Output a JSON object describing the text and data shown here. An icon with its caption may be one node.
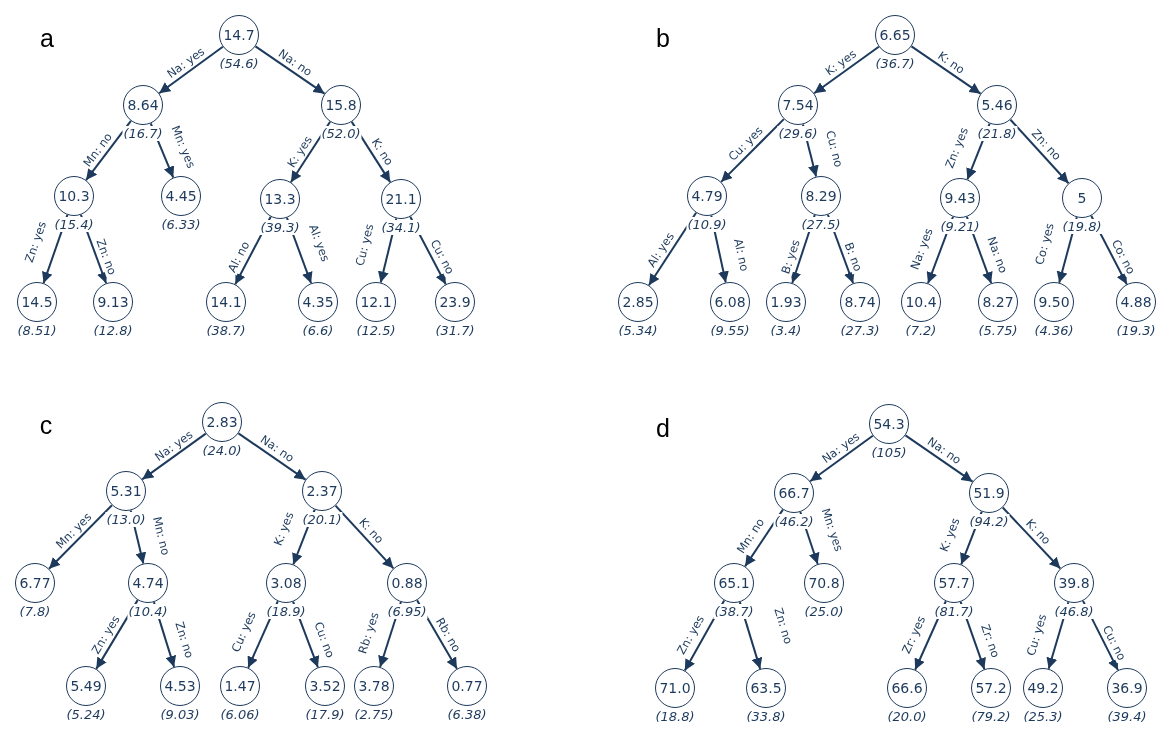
{
  "diagram": {
    "nodes": [
      {
        "text": [
          "14.7"
        ],
        "beside": [
          "(54.6)"
        ]
      },
      {
        "text": [
          "8.64"
        ],
        "beside": [
          "(16.7)"
        ]
      },
      {
        "text": [
          "15.8"
        ],
        "beside": [
          "(52.0)"
        ]
      },
      {
        "text": [
          "10.3"
        ],
        "beside": [
          "(15.4)"
        ]
      },
      {
        "text": [
          "4.45"
        ],
        "beside": [
          "(6.33)"
        ]
      },
      {
        "text": [
          "13.3"
        ],
        "beside": [
          "(39.3)"
        ]
      },
      {
        "text": [
          "21.1"
        ],
        "beside": [
          "(34.1)"
        ]
      },
      {
        "text": [
          "14.5"
        ],
        "beside": [
          "(8.51)"
        ]
      },
      {
        "text": [
          "9.13"
        ],
        "beside": [
          "(12.8)"
        ]
      },
      {
        "text": [
          "14.1"
        ],
        "beside": [
          "(38.7)"
        ]
      },
      {
        "text": [
          "4.35"
        ],
        "beside": [
          "(6.6)"
        ]
      },
      {
        "text": [
          "12.1"
        ],
        "beside": [
          "(12.5)"
        ]
      },
      {
        "text": [
          "23.9"
        ],
        "beside": [
          "(31.7)"
        ]
      },
      {
        "text": [
          "6.65"
        ],
        "beside": [
          "(36.7)"
        ]
      },
      {
        "text": [
          "7.54"
        ],
        "beside": [
          "(29.6)"
        ]
      },
      {
        "text": [
          "5.46"
        ],
        "beside": [
          "(21.8)"
        ]
      },
      {
        "text": [
          "4.79"
        ],
        "beside": [
          "(10.9)"
        ]
      },
      {
        "text": [
          "8.29"
        ],
        "beside": [
          "(27.5)"
        ]
      },
      {
        "text": [
          "9.43"
        ],
        "beside": [
          "(9.21)"
        ]
      },
      {
        "text": [
          "5"
        ],
        "beside": [
          "(19.8)"
        ]
      },
      {
        "text": [
          "2.85"
        ],
        "beside": [
          "(5.34)"
        ]
      },
      {
        "text": [
          "6.08"
        ],
        "beside": [
          "(9.55)"
        ]
      },
      {
        "text": [
          "1.93"
        ],
        "beside": [
          "(3.4)"
        ]
      },
      {
        "text": [
          "8.74"
        ],
        "beside": [
          "(27.3)"
        ]
      },
      {
        "text": [
          "10.4"
        ],
        "beside": [
          "(7.2)"
        ]
      },
      {
        "text": [
          "8.27"
        ],
        "beside": [
          "(5.75)"
        ]
      },
      {
        "text": [
          "9.50"
        ],
        "beside": [
          "(4.36)"
        ]
      },
      {
        "text": [
          "4.88"
        ],
        "beside": [
          "(19.3)"
        ]
      },
      {
        "text": [
          "2.83"
        ],
        "beside": [
          "(24.0)"
        ]
      },
      {
        "text": [
          "5.31"
        ],
        "beside": [
          "(13.0)"
        ]
      },
      {
        "text": [
          "2.37"
        ],
        "beside": [
          "(20.1)"
        ]
      },
      {
        "text": [
          "6.77"
        ],
        "beside": [
          "(7.8)"
        ]
      },
      {
        "text": [
          "4.74"
        ],
        "beside": [
          "(10.4)"
        ]
      },
      {
        "text": [
          "3.08"
        ],
        "beside": [
          "(18.9)"
        ]
      },
      {
        "text": [
          "0.88"
        ],
        "beside": [
          "(6.95)"
        ]
      },
      {
        "text": [
          "5.49"
        ],
        "beside": [
          "(5.24)"
        ]
      },
      {
        "text": [
          "4.53"
        ],
        "beside": [
          "(9.03)"
        ]
      },
      {
        "text": [
          "1.47"
        ],
        "beside": [
          "(6.06)"
        ]
      },
      {
        "text": [
          "3.52"
        ],
        "beside": [
          "(17.9)"
        ]
      },
      {
        "text": [
          "3.78"
        ],
        "beside": [
          "(2.75)"
        ]
      },
      {
        "text": [
          "0.77"
        ],
        "beside": [
          "(6.38)"
        ]
      },
      {
        "text": [
          "54.3"
        ],
        "beside": [
          "(105)"
        ]
      },
      {
        "text": [
          "66.7"
        ],
        "beside": [
          "(46.2)"
        ]
      },
      {
        "text": [
          "51.9"
        ],
        "beside": [
          "(94.2)"
        ]
      },
      {
        "text": [
          "65.1"
        ],
        "beside": [
          "(38.7)"
        ]
      },
      {
        "text": [
          "70.8"
        ],
        "beside": [
          "(25.0)"
        ]
      },
      {
        "text": [
          "57.7"
        ],
        "beside": [
          "(81.7)"
        ]
      },
      {
        "text": [
          "39.8"
        ],
        "beside": [
          "(46.8)"
        ]
      },
      {
        "text": [
          "71.0"
        ],
        "beside": [
          "(18.8)"
        ]
      },
      {
        "text": [
          "63.5"
        ],
        "beside": [
          "(33.8)"
        ]
      },
      {
        "text": [
          "66.6"
        ],
        "beside": [
          "(20.0)"
        ]
      },
      {
        "text": [
          "57.2"
        ],
        "beside": [
          "(79.2)"
        ]
      },
      {
        "text": [
          "49.2"
        ],
        "beside": [
          "(25.3)"
        ]
      },
      {
        "text": [
          "36.9"
        ],
        "beside": [
          "(39.4)"
        ]
      }
    ],
    "edges": [
      {
        "from": 0,
        "to": 1,
        "arrow": "to",
        "label": "Na: yes"
      },
      {
        "from": 0,
        "to": 2,
        "arrow": "to",
        "label": "Na: no"
      },
      {
        "from": 1,
        "to": 3,
        "arrow": "to",
        "label": "Mn: no"
      },
      {
        "from": 1,
        "to": 4,
        "arrow": "to",
        "label": "Mn: yes"
      },
      {
        "from": 2,
        "to": 5,
        "arrow": "to",
        "label": "K: yes"
      },
      {
        "from": 2,
        "to": 6,
        "arrow": "to",
        "label": "K: no"
      },
      {
        "from": 3,
        "to": 7,
        "arrow": "to",
        "label": "Zn: yes"
      },
      {
        "from": 3,
        "to": 8,
        "arrow": "to",
        "label": "Zn: no"
      },
      {
        "from": 5,
        "to": 9,
        "arrow": "to",
        "label": "Al: no"
      },
      {
        "from": 5,
        "to": 10,
        "arrow": "to",
        "label": "Al: yes"
      },
      {
        "from": 6,
        "to": 11,
        "arrow": "to",
        "label": "Cu: yes"
      },
      {
        "from": 6,
        "to": 12,
        "arrow": "to",
        "label": "Cu: no"
      },
      {
        "from": 13,
        "to": 14,
        "arrow": "to",
        "label": "K: yes"
      },
      {
        "from": 13,
        "to": 15,
        "arrow": "to",
        "label": "K: no"
      },
      {
        "from": 14,
        "to": 16,
        "arrow": "to",
        "label": "Cu: yes"
      },
      {
        "from": 14,
        "to": 17,
        "arrow": "to",
        "label": "Cu: no"
      },
      {
        "from": 15,
        "to": 18,
        "arrow": "to",
        "label": "Zn: yes"
      },
      {
        "from": 15,
        "to": 19,
        "arrow": "to",
        "label": "Zn: no"
      },
      {
        "from": 16,
        "to": 20,
        "arrow": "to",
        "label": "Al: yes"
      },
      {
        "from": 16,
        "to": 21,
        "arrow": "to",
        "label": "Al: no"
      },
      {
        "from": 17,
        "to": 22,
        "arrow": "to",
        "label": "B: yes"
      },
      {
        "from": 17,
        "to": 23,
        "arrow": "to",
        "label": "B: no"
      },
      {
        "from": 18,
        "to": 24,
        "arrow": "to",
        "label": "Na: yes"
      },
      {
        "from": 18,
        "to": 25,
        "arrow": "to",
        "label": "Na: no"
      },
      {
        "from": 19,
        "to": 26,
        "arrow": "to",
        "label": "Co: yes"
      },
      {
        "from": 19,
        "to": 27,
        "arrow": "to",
        "label": "Co: no"
      },
      {
        "from": 28,
        "to": 29,
        "arrow": "to",
        "label": "Na: yes"
      },
      {
        "from": 28,
        "to": 30,
        "arrow": "to",
        "label": "Na: no"
      },
      {
        "from": 29,
        "to": 31,
        "arrow": "to",
        "label": "Mn: yes"
      },
      {
        "from": 29,
        "to": 32,
        "arrow": "to",
        "label": "Mn: no"
      },
      {
        "from": 30,
        "to": 33,
        "arrow": "to",
        "label": "K: yes"
      },
      {
        "from": 30,
        "to": 34,
        "arrow": "to",
        "label": "K: no"
      },
      {
        "from": 32,
        "to": 35,
        "arrow": "to",
        "label": "Zn: yes"
      },
      {
        "from": 32,
        "to": 36,
        "arrow": "to",
        "label": "Zn: no"
      },
      {
        "from": 33,
        "to": 37,
        "arrow": "to",
        "label": "Cu: yes"
      },
      {
        "from": 33,
        "to": 38,
        "arrow": "to",
        "label": "Cu: no"
      },
      {
        "from": 34,
        "to": 39,
        "arrow": "to",
        "label": "Rb: yes"
      },
      {
        "from": 34,
        "to": 40,
        "arrow": "to",
        "label": "Rb: no"
      },
      {
        "from": 41,
        "to": 42,
        "arrow": "to",
        "label": "Na: yes"
      },
      {
        "from": 41,
        "to": 43,
        "arrow": "to",
        "label": "Na: no"
      },
      {
        "from": 42,
        "to": 44,
        "arrow": "to",
        "label": "Mn: no"
      },
      {
        "from": 42,
        "to": 45,
        "arrow": "to",
        "label": "Mn: yes"
      },
      {
        "from": 43,
        "to": 46,
        "arrow": "to",
        "label": "K: yes"
      },
      {
        "from": 43,
        "to": 47,
        "arrow": "to",
        "label": "K: no"
      },
      {
        "from": 44,
        "to": 48,
        "arrow": "to",
        "label": "Zn: yes"
      },
      {
        "from": 44,
        "to": 49,
        "arrow": "to",
        "label": "Zn: no"
      },
      {
        "from": 46,
        "to": 50,
        "arrow": "to",
        "label": "Zr: yes"
      },
      {
        "from": 46,
        "to": 51,
        "arrow": "to",
        "label": "Zr: no"
      },
      {
        "from": 47,
        "to": 52,
        "arrow": "to",
        "label": "Cu: yes"
      },
      {
        "from": 47,
        "to": 53,
        "arrow": "to",
        "label": "Cu: no"
      }
    ],
    "labels": [
      "a",
      "b",
      "c",
      "d"
    ]
  }
}
